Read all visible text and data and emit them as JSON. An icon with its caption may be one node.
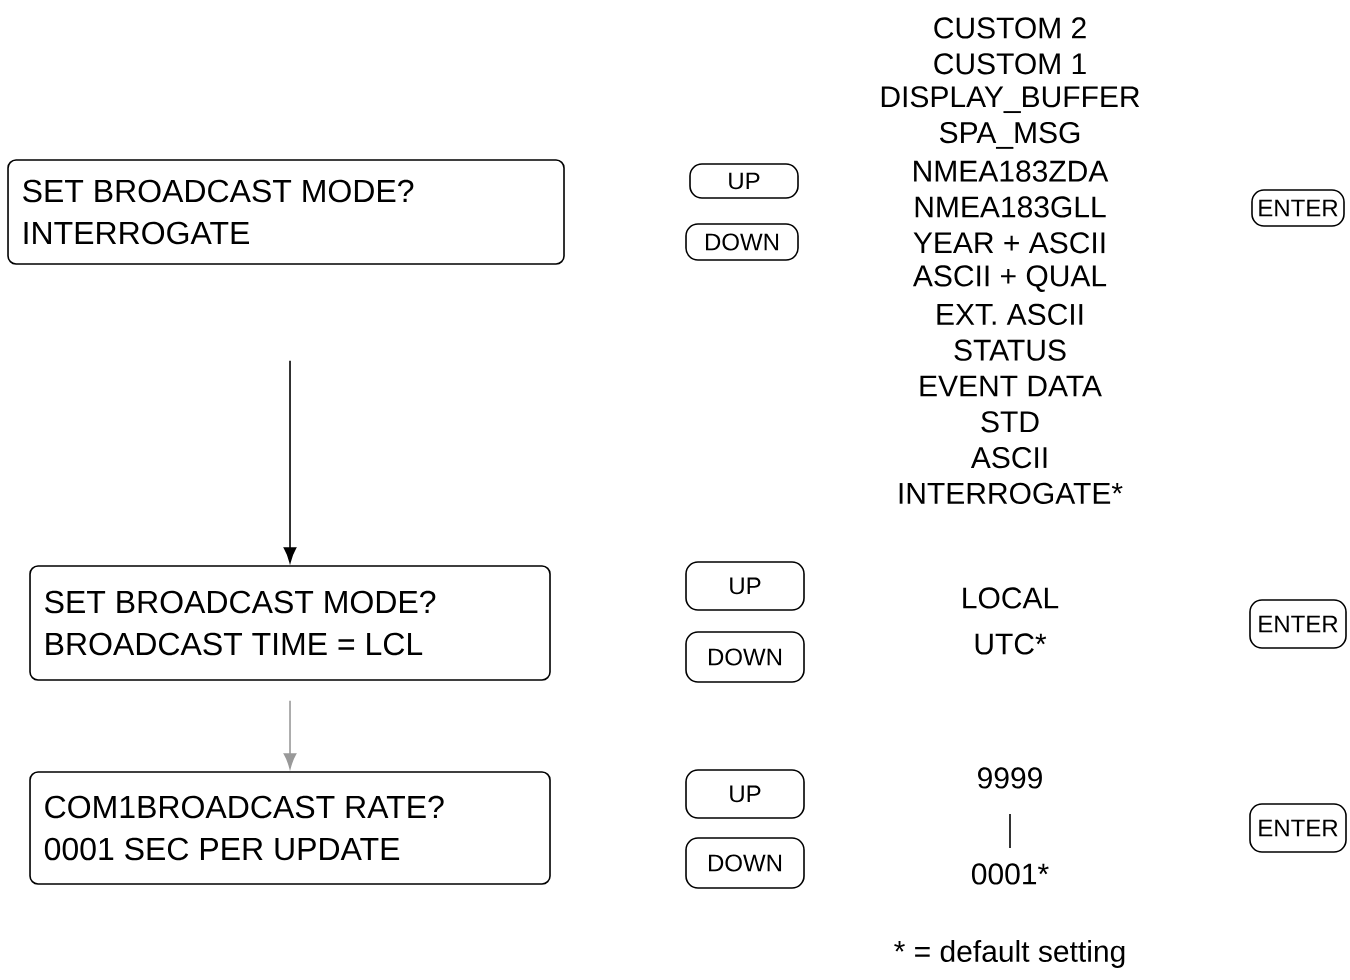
{
  "diagram": {
    "nodes": [
      {
        "text": [
          "SET BROADCAST MODE?",
          "INTERROGATE"
        ]
      },
      {
        "text": [
          "UP"
        ]
      },
      {
        "text": [
          "DOWN"
        ]
      },
      {
        "text": [
          "ENTER"
        ]
      },
      {
        "text": [
          "SET BROADCAST MODE?",
          "BROADCAST TIME = LCL"
        ]
      },
      {
        "text": [
          "UP"
        ]
      },
      {
        "text": [
          "DOWN"
        ]
      },
      {
        "text": [
          "ENTER"
        ]
      },
      {
        "text": [
          "COM1BROADCAST RATE?",
          "0001 SEC PER UPDATE"
        ]
      },
      {
        "text": [
          "UP"
        ]
      },
      {
        "text": [
          "DOWN"
        ]
      },
      {
        "text": [
          "ENTER"
        ]
      }
    ],
    "edges": [
      {
        "from": 0,
        "to": 4,
        "arrow": "to"
      },
      {
        "from": 4,
        "to": 8,
        "arrow": "to",
        "color": "#999999"
      }
    ],
    "labels": [
      "CUSTOM 2",
      "CUSTOM 1",
      "DISPLAY_BUFFER",
      "SPA_MSG",
      "NMEA183ZDA",
      "NMEA183GLL",
      "YEAR + ASCII",
      "ASCII + QUAL",
      "EXT. ASCII",
      "STATUS",
      "EVENT DATA",
      "STD",
      "ASCII",
      "INTERROGATE*",
      "LOCAL",
      "UTC*",
      "9999",
      "0001*",
      "* = default setting"
    ]
  }
}
